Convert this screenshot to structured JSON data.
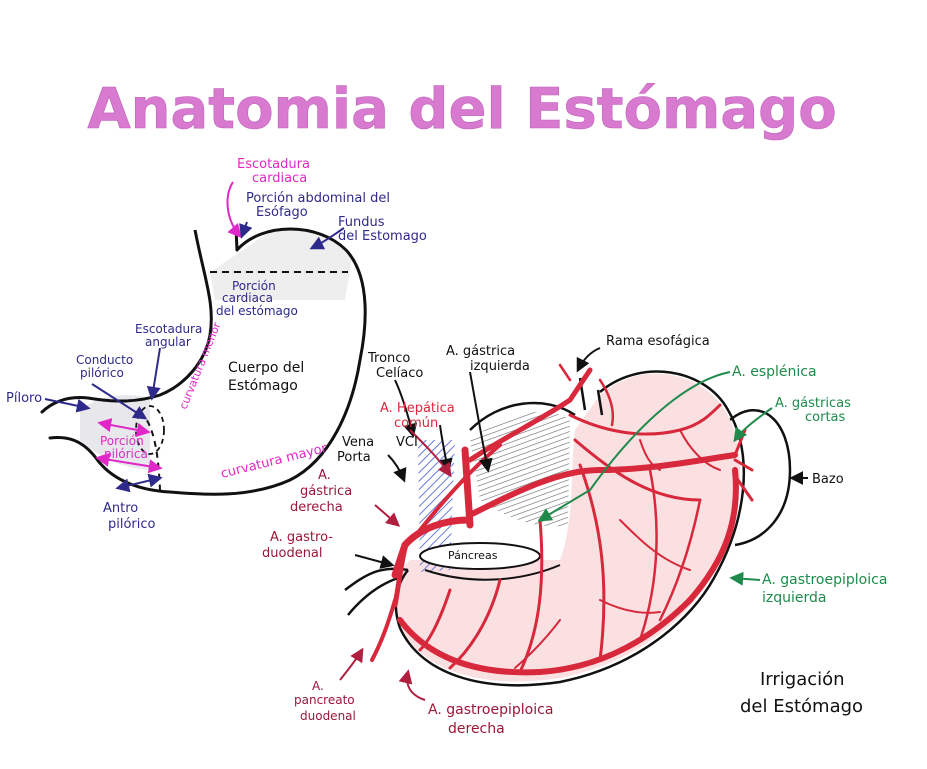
{
  "title": "Anatomia del Estómago",
  "colors": {
    "title": "#d77ad0",
    "navy": "#2e2a8c",
    "magenta": "#e028c8",
    "red": "#d8283c",
    "green": "#1f8a4c",
    "dark_red": "#9a1838",
    "outline": "#111111"
  },
  "stomach": {
    "escotadura_cardiaca": {
      "line1": "Escotadura",
      "line2": "cardiaca"
    },
    "porcion_abdominal": {
      "line1": "Porción abdominal del",
      "line2": "Esófago"
    },
    "fundus": {
      "line1": "Fundus",
      "line2": "del Estomago"
    },
    "porcion_cardiaca": {
      "line1": "Porción",
      "line2": "cardiaca",
      "line3": "del estómago"
    },
    "escotadura_angular": {
      "line1": "Escotadura",
      "line2": "angular"
    },
    "curvatura_menor": "curvatura menor",
    "cuerpo": {
      "line1": "Cuerpo del",
      "line2": "Estómago"
    },
    "conducto_pilorico": {
      "line1": "Conducto",
      "line2": "pilórico"
    },
    "piloro": "Píloro",
    "porcion_pilorica": {
      "line1": "Porción",
      "line2": "pilórica"
    },
    "curvatura_mayor": "curvatura mayor",
    "antro_pilorico": {
      "line1": "Antro",
      "line2": "pilórico"
    }
  },
  "irrigation": {
    "tronco_celiaco": {
      "line1": "Tronco",
      "line2": "Celíaco"
    },
    "gastrica_izquierda": {
      "line1": "A. gástrica",
      "line2": "izquierda"
    },
    "rama_esofagica": "Rama esofágica",
    "esplenica": "A. esplénica",
    "gastricas_cortas": {
      "line1": "A. gástricas",
      "line2": "cortas"
    },
    "bazo": "Bazo",
    "hepatica_comun": {
      "line1": "A. Hepática",
      "line2": "común"
    },
    "vci": "VCI",
    "vena_porta": {
      "line1": "Vena",
      "line2": "Porta"
    },
    "gastrica_derecha": {
      "line1": "A.",
      "line2": "gástrica",
      "line3": "derecha"
    },
    "gastroduodenal": {
      "line1": "A. gastro-",
      "line2": "duodenal"
    },
    "pancreas": "Páncreas",
    "gastroepiploica_izquierda": {
      "line1": "A. gastroepiploica",
      "line2": "izquierda"
    },
    "pancreatoduodenal": {
      "line1": "A.",
      "line2": "pancreato",
      "line3": "duodenal"
    },
    "gastroepiploica_derecha": {
      "line1": "A. gastroepiploica",
      "line2": "derecha"
    },
    "caption": {
      "line1": "Irrigación",
      "line2": "del Estómago"
    }
  }
}
